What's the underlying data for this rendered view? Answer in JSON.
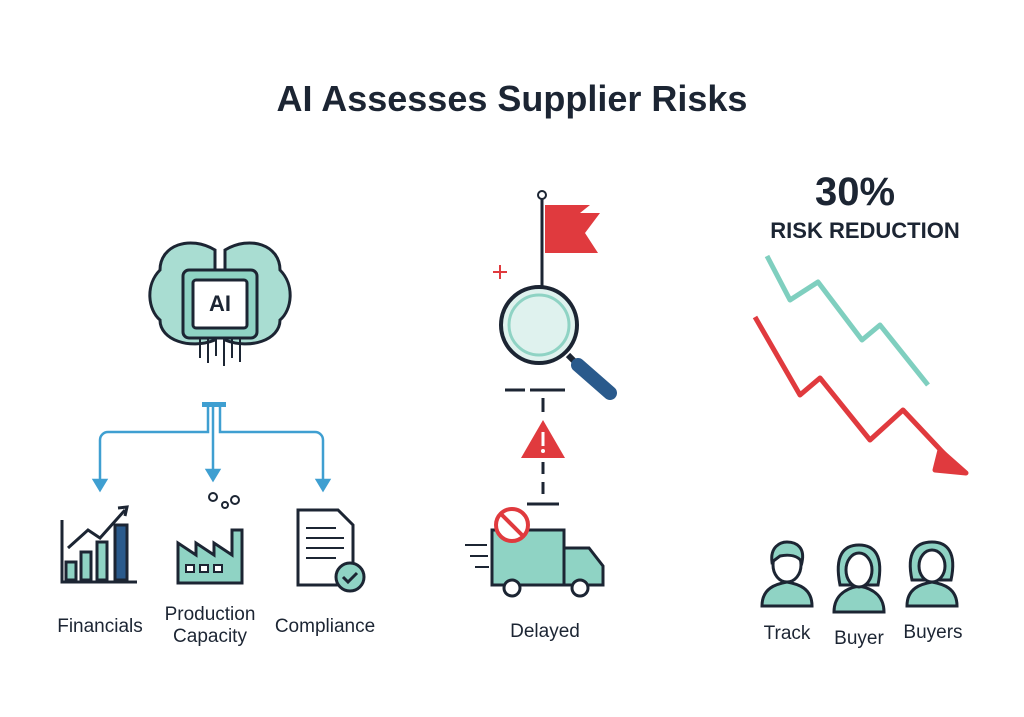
{
  "title": "AI Assesses Supplier Risks",
  "ai_chip_label": "AI",
  "categories": [
    {
      "label": "Financials",
      "icon": "bar-chart-icon"
    },
    {
      "label_line1": "Production",
      "label_line2": "Capacity",
      "icon": "factory-icon"
    },
    {
      "label": "Compliance",
      "icon": "document-check-icon"
    }
  ],
  "middle": {
    "label": "Delayed",
    "icons": [
      "flag-icon",
      "magnifier-icon",
      "warning-icon",
      "delayed-truck-icon"
    ]
  },
  "stat": {
    "value": "30%",
    "caption": "RISK REDUCTION"
  },
  "people": [
    {
      "label": "Track"
    },
    {
      "label": "Buyer"
    },
    {
      "label": "Buyers"
    }
  ],
  "colors": {
    "teal": "#8fd3c4",
    "dark": "#1c2533",
    "red": "#e03a3e",
    "blue": "#3f9fd1",
    "navy": "#2a5a8c"
  }
}
